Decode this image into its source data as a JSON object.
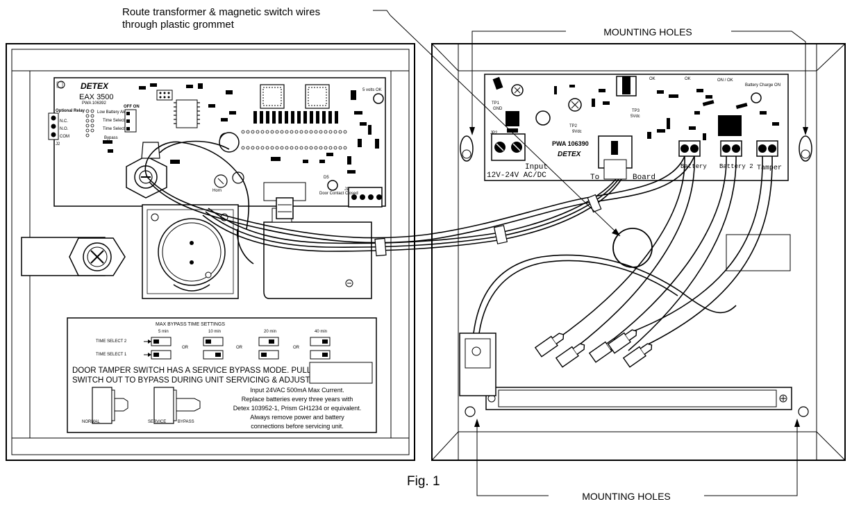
{
  "callouts": {
    "route_wires_line1": "Route transformer & magnetic switch wires",
    "route_wires_line2": "through plastic grommet",
    "mounting_holes_top": "MOUNTING HOLES",
    "mounting_holes_bottom": "MOUNTING HOLES",
    "figure": "Fig. 1"
  },
  "left_board": {
    "brand": "DETEX",
    "model": "EAX 3500",
    "pwa": "PWA 106392",
    "volts_ok": "5 volts OK",
    "optional_relay": "Optional Relay",
    "nc": "N.C.",
    "no": "N.O.",
    "com": "COM",
    "j2": "J2",
    "low_battery": "Low Battery Alert",
    "time_select_2": "Time Select 2",
    "time_select_1": "Time Select 1",
    "off_on": "OFF ON",
    "bypass": "Bypass",
    "horn": "Horn",
    "door_contact": "Door Contact Closed",
    "j1": "J1",
    "d5": "D5"
  },
  "label_plate": {
    "title": "MAX BYPASS TIME SETTINGS",
    "ts2": "TIME SELECT 2",
    "ts1": "TIME SELECT 1",
    "times": [
      "5 min",
      "10 min",
      "20 min",
      "40 min"
    ],
    "or": "OR",
    "tamper_line1": "DOOR TAMPER SWITCH HAS A SERVICE BYPASS MODE. PULL",
    "tamper_line2": "SWITCH OUT TO BYPASS DURING UNIT SERVICING & ADJUSTMENT",
    "notes": [
      "Input 24VAC 500mA Max Current.",
      "Replace batteries every three years with",
      "Detex 103952-1, Prism GH1234 or equivalent.",
      "Always remove power and battery",
      "connections before servicing unit."
    ],
    "normal": "NORMAL",
    "service": "SERVICE",
    "bypass": "BYPASS"
  },
  "right_board": {
    "pwa": "PWA 106390",
    "brand": "DETEX",
    "input": "Input",
    "input_range": "12V-24V AC/DC",
    "to_board": "To",
    "board": "Board",
    "battery": "Battery",
    "battery2": "Battery 2",
    "tamper": "Tamper",
    "tp1": "TP1",
    "gnd": "GND",
    "tp2": "TP2",
    "tp2v": "9Vdc",
    "tp3": "TP3",
    "tp3v": "5Vdc",
    "jp2": "JP2",
    "battery_charge": "Battery Charge ON",
    "on_ok": "ON / OK",
    "ok1": "OK",
    "ok2": "OK"
  }
}
